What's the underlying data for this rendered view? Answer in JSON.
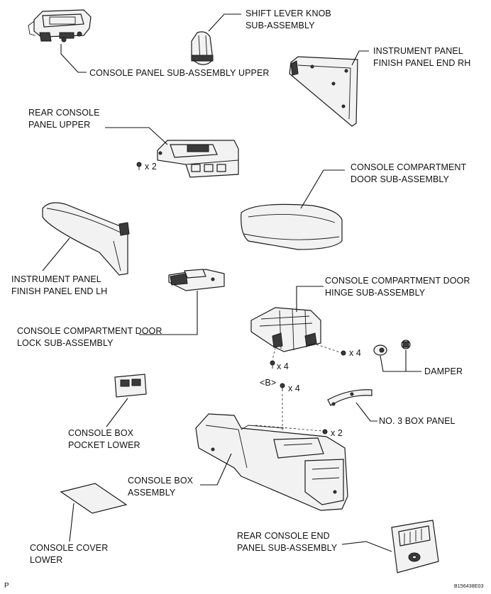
{
  "labels": {
    "shift_lever_knob_l1": "SHIFT LEVER KNOB",
    "shift_lever_knob_l2": "SUB-ASSEMBLY",
    "ip_finish_rh_l1": "INSTRUMENT PANEL",
    "ip_finish_rh_l2": "FINISH PANEL END RH",
    "console_panel_upper": "CONSOLE PANEL SUB-ASSEMBLY UPPER",
    "rear_console_upper_l1": "REAR CONSOLE",
    "rear_console_upper_l2": "PANEL UPPER",
    "qty_rear_console": "x 2",
    "compartment_door_l1": "CONSOLE COMPARTMENT",
    "compartment_door_l2": "DOOR SUB-ASSEMBLY",
    "ip_finish_lh_l1": "INSTRUMENT PANEL",
    "ip_finish_lh_l2": "FINISH PANEL END LH",
    "door_hinge_l1": "CONSOLE COMPARTMENT DOOR",
    "door_hinge_l2": "HINGE SUB-ASSEMBLY",
    "door_lock_l1": "CONSOLE COMPARTMENT DOOR",
    "door_lock_l2": "LOCK SUB-ASSEMBLY",
    "qty_hinge_right": "x 4",
    "qty_hinge_left": "x 4",
    "damper": "DAMPER",
    "bolt_b": "<B>",
    "qty_b": "x 4",
    "no3_box_panel": "NO. 3 BOX PANEL",
    "pocket_lower_l1": "CONSOLE BOX",
    "pocket_lower_l2": "POCKET LOWER",
    "qty_box": "x 2",
    "console_box_l1": "CONSOLE BOX",
    "console_box_l2": "ASSEMBLY",
    "cover_lower_l1": "CONSOLE COVER",
    "cover_lower_l2": "LOWER",
    "rear_end_panel_l1": "REAR CONSOLE END",
    "rear_end_panel_l2": "PANEL SUB-ASSEMBLY",
    "corner_p": "P",
    "figure_id": "B156438E03"
  }
}
